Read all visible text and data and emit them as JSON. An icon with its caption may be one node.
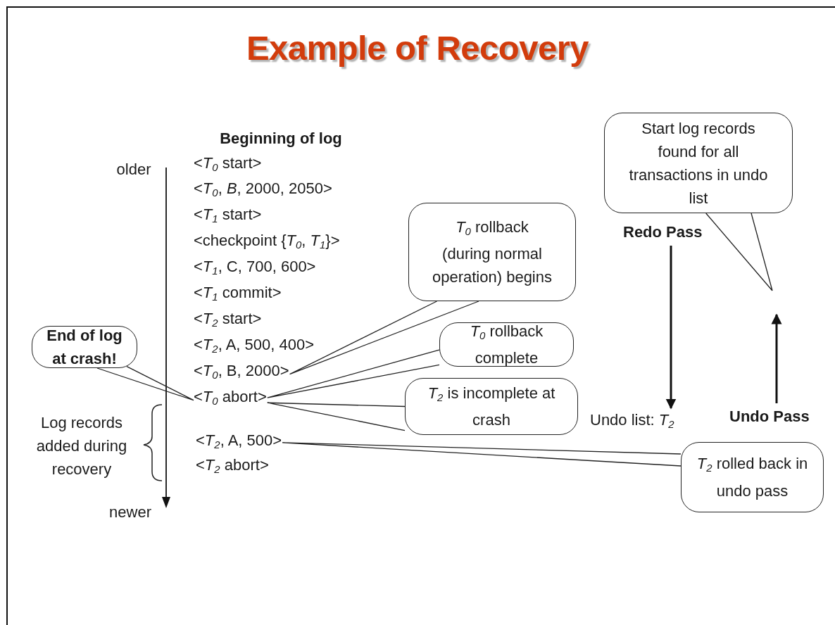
{
  "diagram": {
    "title": "Example of Recovery",
    "nodes": [
      {
        "text": [
          "<*T*$_{0}$ start>"
        ]
      },
      {
        "text": [
          "<*T*$_{0}$, *B*, 2000, 2050>"
        ]
      },
      {
        "text": [
          "<*T*$_{1}$ start>"
        ]
      },
      {
        "text": [
          "<checkpoint {*T*$_{0}$, *T*$_{1}$}>"
        ]
      },
      {
        "text": [
          "<*T*$_{1}$, C, 700, 600>"
        ]
      },
      {
        "text": [
          "<*T*$_{1}$ commit>"
        ]
      },
      {
        "text": [
          "<*T*$_{2}$ start>"
        ]
      },
      {
        "text": [
          "<*T*$_{2}$, A, 500, 400>"
        ]
      },
      {
        "text": [
          "<*T*$_{0}$, B, 2000>"
        ]
      },
      {
        "text": [
          "<*T*$_{0}$ abort>"
        ]
      },
      {
        "text": [
          "<*T*$_{2}$, A, 500>"
        ]
      },
      {
        "text": [
          "<*T*$_{2}$ abort>"
        ]
      },
      {
        "text": [
          "End of log at crash!"
        ]
      },
      {
        "text": [
          "*T*$_{0}$  rollback (during normal operation) begins"
        ]
      },
      {
        "text": [
          "*T*$_{0}$  rollback complete"
        ]
      },
      {
        "text": [
          "*T*$_{2}$ is incomplete at crash"
        ]
      },
      {
        "text": [
          "*T*$_{2}$ rolled back in undo pass"
        ]
      },
      {
        "text": [
          "Start log records found for all transactions in undo list"
        ]
      },
      {
        "text": [
          "Redo Pass"
        ]
      },
      {
        "text": [
          "Undo list: *T*$_{2}$"
        ]
      },
      {
        "text": [
          "Undo Pass"
        ]
      }
    ],
    "edges": [
      {
        "from": 12,
        "to": 9,
        "arrow": "none"
      },
      {
        "from": 13,
        "to": 8,
        "arrow": "none"
      },
      {
        "from": 14,
        "to": 9,
        "arrow": "none"
      },
      {
        "from": 15,
        "to": 9,
        "arrow": "none"
      },
      {
        "from": 16,
        "to": 10,
        "arrow": "none"
      },
      {
        "from": 17,
        "to": null,
        "arrow": "none"
      },
      {
        "from": 18,
        "to": 19,
        "arrow": "to"
      },
      {
        "from": 20,
        "to": null,
        "arrow": "to"
      }
    ],
    "labels": [
      "Beginning of log",
      "older",
      "newer",
      "Log records added during recovery"
    ]
  }
}
